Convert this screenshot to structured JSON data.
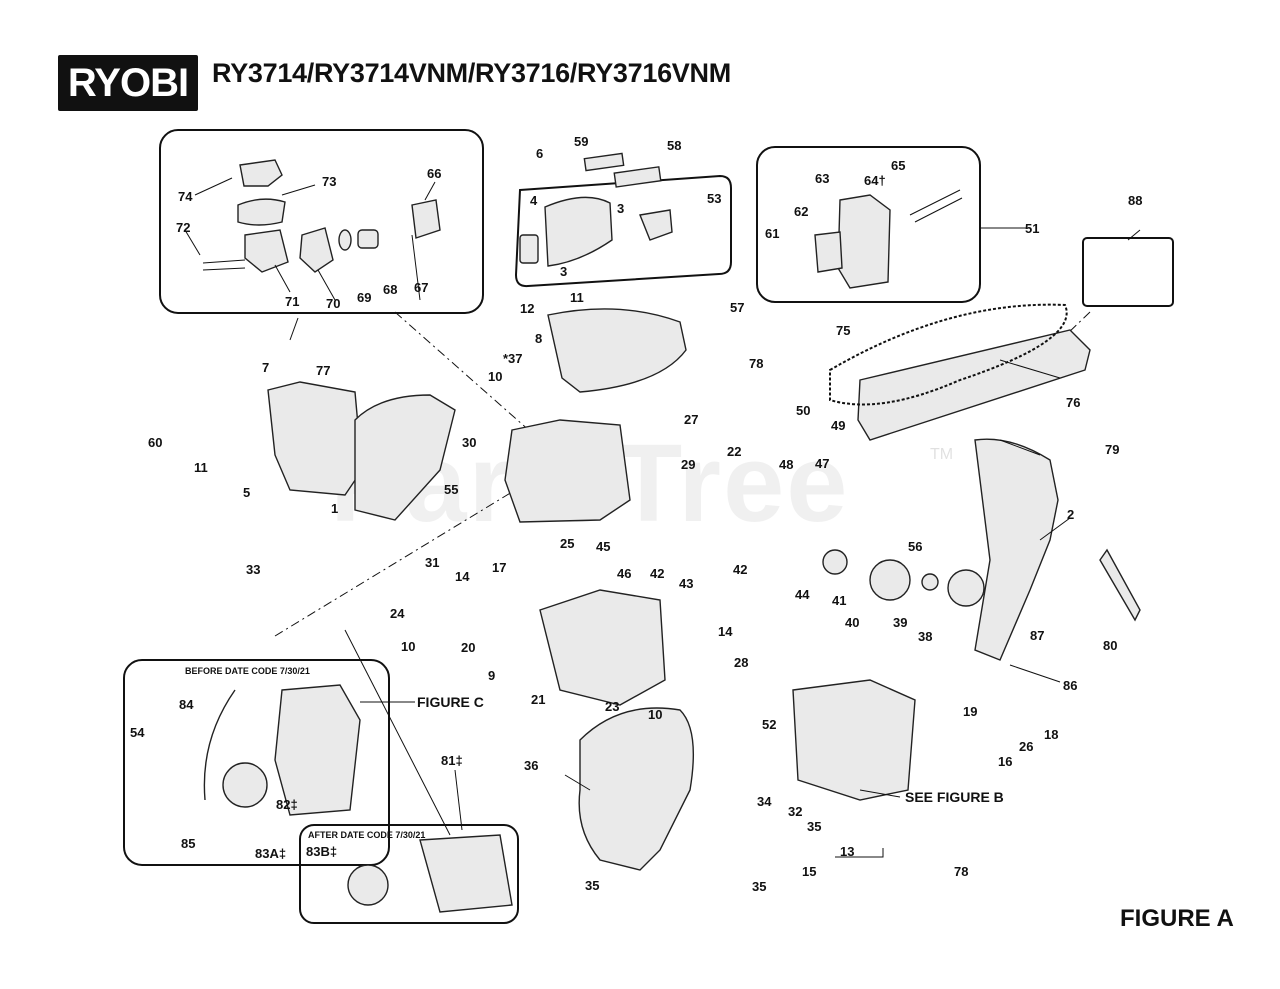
{
  "brand": "RYOBI",
  "title": "RY3714/RY3714VNM/RY3716/RY3716VNM",
  "figure_label": "FIGURE A",
  "watermark": "PartsTree",
  "watermark_tm": "TM",
  "callouts": {
    "figure_c": "FIGURE C",
    "see_figure_b": "SEE FIGURE B",
    "before_date": "BEFORE DATE CODE 7/30/21",
    "after_date": "AFTER DATE CODE 7/30/21"
  },
  "part_labels": {
    "p1": "1",
    "p2": "2",
    "p3a": "3",
    "p3b": "3",
    "p4": "4",
    "p5": "5",
    "p6": "6",
    "p7": "7",
    "p8": "8",
    "p9": "9",
    "p10a": "10",
    "p10b": "10",
    "p10c": "10",
    "p11a": "11",
    "p11b": "11",
    "p12": "12",
    "p13": "13",
    "p14a": "14",
    "p14b": "14",
    "p15": "15",
    "p16": "16",
    "p17": "17",
    "p18": "18",
    "p19": "19",
    "p20": "20",
    "p21": "21",
    "p22": "22",
    "p23": "23",
    "p24": "24",
    "p25": "25",
    "p26": "26",
    "p27": "27",
    "p28": "28",
    "p29": "29",
    "p30": "30",
    "p31": "31",
    "p32": "32",
    "p33": "33",
    "p34": "34",
    "p35a": "35",
    "p35b": "35",
    "p35c": "35",
    "p36": "36",
    "p37": "*37",
    "p38": "38",
    "p39": "39",
    "p40": "40",
    "p41": "41",
    "p42a": "42",
    "p42b": "42",
    "p43": "43",
    "p44": "44",
    "p45": "45",
    "p46": "46",
    "p47": "47",
    "p48": "48",
    "p49": "49",
    "p50": "50",
    "p51": "51",
    "p52": "52",
    "p53": "53",
    "p54": "54",
    "p55": "55",
    "p56": "56",
    "p57": "57",
    "p58": "58",
    "p59": "59",
    "p60": "60",
    "p61": "61",
    "p62": "62",
    "p63": "63",
    "p64": "64†",
    "p65": "65",
    "p66": "66",
    "p67": "67",
    "p68": "68",
    "p69": "69",
    "p70": "70",
    "p71": "71",
    "p72": "72",
    "p73": "73",
    "p74": "74",
    "p75": "75",
    "p76": "76",
    "p77": "77",
    "p78a": "78",
    "p78b": "78",
    "p79": "79",
    "p80": "80",
    "p81": "81‡",
    "p82": "82‡",
    "p83a": "83A‡",
    "p83b": "83B‡",
    "p84": "84",
    "p85": "85",
    "p86": "86",
    "p87": "87",
    "p88": "88"
  }
}
